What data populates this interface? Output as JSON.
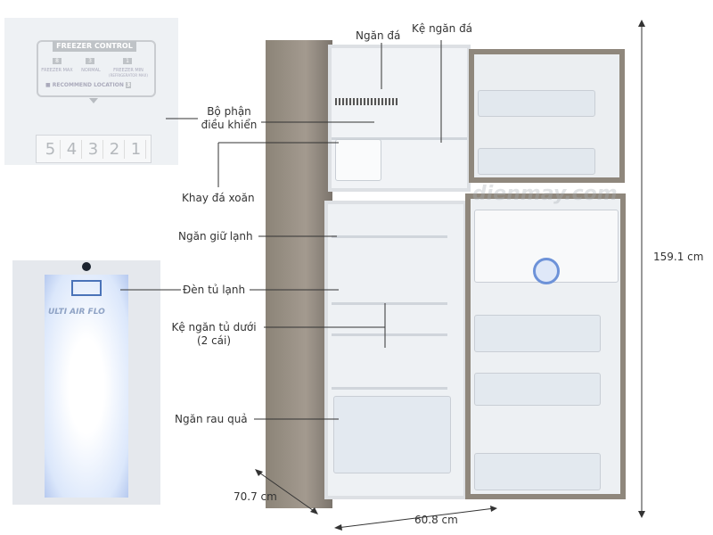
{
  "control_panel": {
    "title": "FREEZER CONTROL",
    "settings": [
      {
        "number": "8",
        "label": "FREEZER MAX"
      },
      {
        "number": "3",
        "label": "NORMAL"
      },
      {
        "number": "1",
        "label": "FREEZER MIN",
        "sublabel": "(REFRIGERATOR MAX)"
      }
    ],
    "recommend": "■ RECOMMEND LOCATION",
    "recommend_value": "3",
    "dial": [
      "5",
      "4",
      "3",
      "2",
      "1"
    ]
  },
  "lamp_photo": {
    "text": "ULTI AIR FLO"
  },
  "labels": {
    "ngan_da": "Ngăn đá",
    "ke_ngan_da": "Kệ ngăn đá",
    "bo_phan_dieu_khien_1": "Bộ phận",
    "bo_phan_dieu_khien_2": "điều khiển",
    "khay_da_xoan": "Khay đá xoăn",
    "ngan_giu_lanh": "Ngăn giữ lạnh",
    "den_tu_lanh": "Đèn tủ lạnh",
    "ke_ngan_tu_duoi_1": "Kệ ngăn tủ dưới",
    "ke_ngan_tu_duoi_2": "(2 cái)",
    "ngan_rau_qua": "Ngăn rau quả"
  },
  "dimensions": {
    "height": "159.1 cm",
    "depth": "70.7 cm",
    "width": "60.8 cm"
  },
  "watermark": "dienmay.com",
  "colors": {
    "line": "#333333",
    "body": "#8f877c",
    "interior": "#eef1f4"
  }
}
